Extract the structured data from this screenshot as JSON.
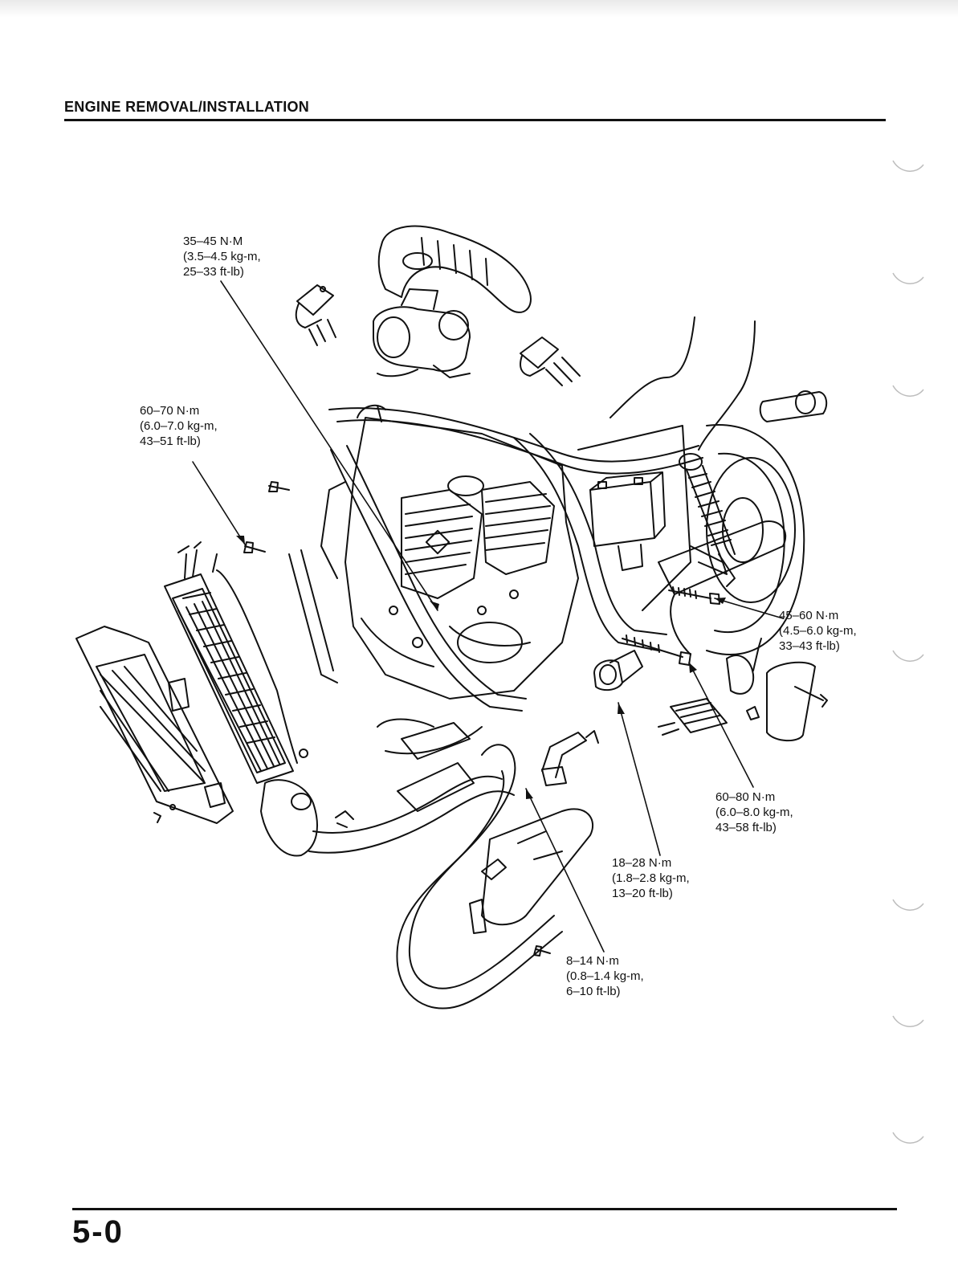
{
  "header": {
    "section_title": "ENGINE REMOVAL/INSTALLATION"
  },
  "footer": {
    "page_number": "5-0"
  },
  "torque_labels": [
    {
      "id": "carb",
      "lines": [
        "35–45 N·M",
        "(3.5–4.5 kg-m,",
        "25–33 ft-lb)"
      ]
    },
    {
      "id": "front-mount",
      "lines": [
        "60–70 N·m",
        "(6.0–7.0 kg-m,",
        "43–51 ft-lb)"
      ]
    },
    {
      "id": "rear-upper",
      "lines": [
        "45–60 N·m",
        "(4.5–6.0 kg-m,",
        "33–43 ft-lb)"
      ]
    },
    {
      "id": "rear-lower",
      "lines": [
        "60–80 N·m",
        "(6.0–8.0 kg-m,",
        "43–58 ft-lb)"
      ]
    },
    {
      "id": "footpeg",
      "lines": [
        "18–28 N·m",
        "(1.8–2.8 kg-m,",
        "13–20 ft-lb)"
      ]
    },
    {
      "id": "exhaust",
      "lines": [
        "8–14 N·m",
        "(0.8–1.4 kg-m,",
        "6–10 ft-lb)"
      ]
    }
  ]
}
